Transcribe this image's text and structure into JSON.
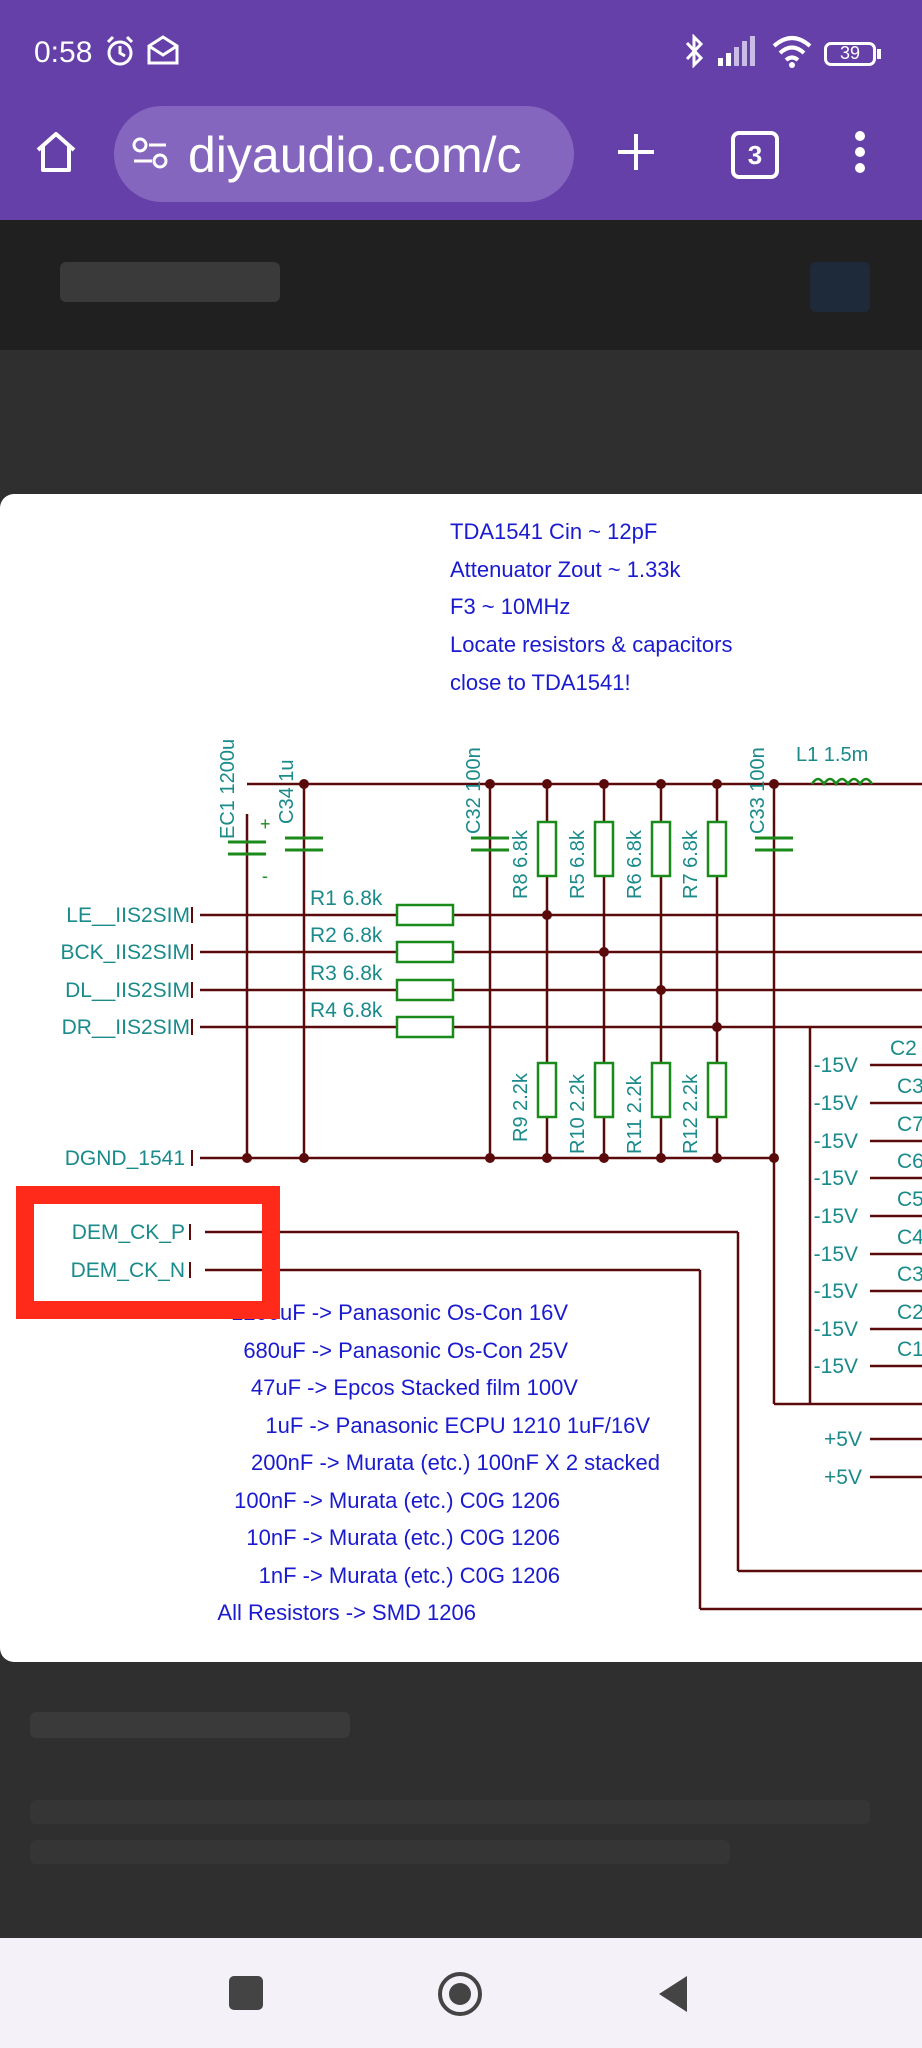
{
  "status_bar": {
    "time": "0:58",
    "battery": "39"
  },
  "browser": {
    "url": "diyaudio.com/c",
    "tab_count": "3"
  },
  "schematic": {
    "notes": [
      "TDA1541 Cin ~ 12pF",
      "Attenuator Zout ~ 1.33k",
      "F3 ~  10MHz",
      "Locate resistors & capacitors",
      "close to TDA1541!"
    ],
    "inputs": [
      "LE__IIS2SIM",
      "BCK_IIS2SIM",
      "DL__IIS2SIM",
      "DR__IIS2SIM",
      "DGND_1541",
      "DEM_CK_P",
      "DEM_CK_N"
    ],
    "input_resistors": [
      "R1 6.8k",
      "R2 6.8k",
      "R3 6.8k",
      "R4 6.8k"
    ],
    "top_parts": {
      "ec1": "EC1 1200u",
      "c34": "C34 1u",
      "c32": "C32 100n",
      "r8": "R8 6.8k",
      "r5": "R5 6.8k",
      "r6": "R6 6.8k",
      "r7": "R7 6.8k",
      "c33": "C33 100n",
      "l1": "L1 1.5m"
    },
    "bottom_resistors": [
      "R9 2.2k",
      "R10 2.2k",
      "R11 2.2k",
      "R12 2.2k"
    ],
    "supply_minus": [
      "-15V",
      "-15V",
      "-15V",
      "-15V",
      "-15V",
      "-15V",
      "-15V",
      "-15V",
      "-15V"
    ],
    "supply_minus_caps": [
      "C2",
      "C3",
      "C7",
      "C6",
      "C5",
      "C4",
      "C3",
      "C2",
      "C1"
    ],
    "supply_plus": [
      "+5V",
      "+5V"
    ],
    "bom": [
      "1200uF -> Panasonic Os-Con 16V",
      "680uF -> Panasonic Os-Con 25V",
      "47uF -> Epcos Stacked film 100V",
      "1uF -> Panasonic ECPU 1210 1uF/16V",
      "200nF -> Murata (etc.) 100nF X 2 stacked",
      "100nF -> Murata (etc.) C0G 1206",
      "10nF -> Murata (etc.) C0G 1206",
      "1nF -> Murata (etc.) C0G 1206",
      "All Resistors -> SMD 1206"
    ]
  },
  "colors": {
    "brand": "#6440a8",
    "highlight": "#ff2a1a",
    "wire": "#5a0a0a",
    "label_teal": "#1a8a8a",
    "component_green": "#1a8a1a",
    "note_blue": "#1a1ad0"
  }
}
